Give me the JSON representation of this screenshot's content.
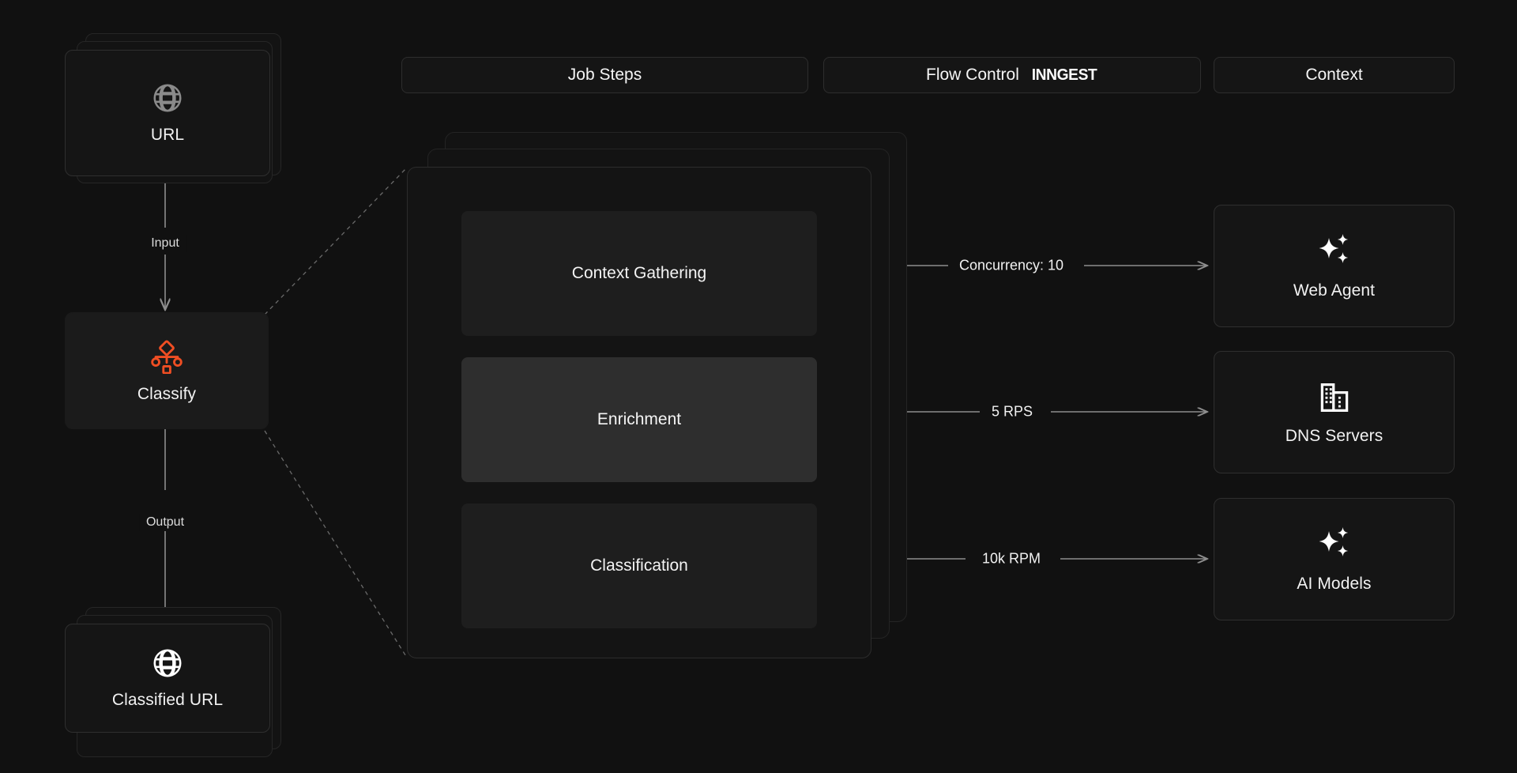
{
  "diagram": {
    "title": "Inngest job flow diagram",
    "accent_color": "#F04E23",
    "canvas_bg": "#111111",
    "page_bg": "#000000"
  },
  "tabs": [
    {
      "id": "job-steps",
      "label": "Job Steps",
      "brand": ""
    },
    {
      "id": "flow-control",
      "label": "Flow Control",
      "brand": "INNGEST"
    },
    {
      "id": "context",
      "label": "Context",
      "brand": ""
    }
  ],
  "pipeline": {
    "input_node": {
      "label": "URL",
      "icon": "globe-icon",
      "stacked": true
    },
    "input_edge_label": "Input",
    "process_node": {
      "label": "Classify",
      "icon": "classify-workflow-icon",
      "accent": "#F04E23"
    },
    "output_edge_label": "Output",
    "output_node": {
      "label": "Classified URL",
      "icon": "globe-icon",
      "stacked": true
    }
  },
  "job_panel": {
    "stacked": true,
    "steps": [
      {
        "id": "context-gathering",
        "label": "Context Gathering",
        "active": false
      },
      {
        "id": "enrichment",
        "label": "Enrichment",
        "active": true
      },
      {
        "id": "classification",
        "label": "Classification",
        "active": false
      }
    ]
  },
  "connections": [
    {
      "id": "concurrency",
      "label": "Concurrency: 10",
      "from": "context-gathering",
      "to": "web-agent"
    },
    {
      "id": "rps",
      "label": "5 RPS",
      "from": "enrichment",
      "to": "dns-servers"
    },
    {
      "id": "rpm",
      "label": "10k RPM",
      "from": "classification",
      "to": "ai-models"
    }
  ],
  "resources": [
    {
      "id": "web-agent",
      "label": "Web Agent",
      "icon": "sparkles-icon"
    },
    {
      "id": "dns-servers",
      "label": "DNS Servers",
      "icon": "building-icon"
    },
    {
      "id": "ai-models",
      "label": "AI Models",
      "icon": "sparkles-icon"
    }
  ]
}
